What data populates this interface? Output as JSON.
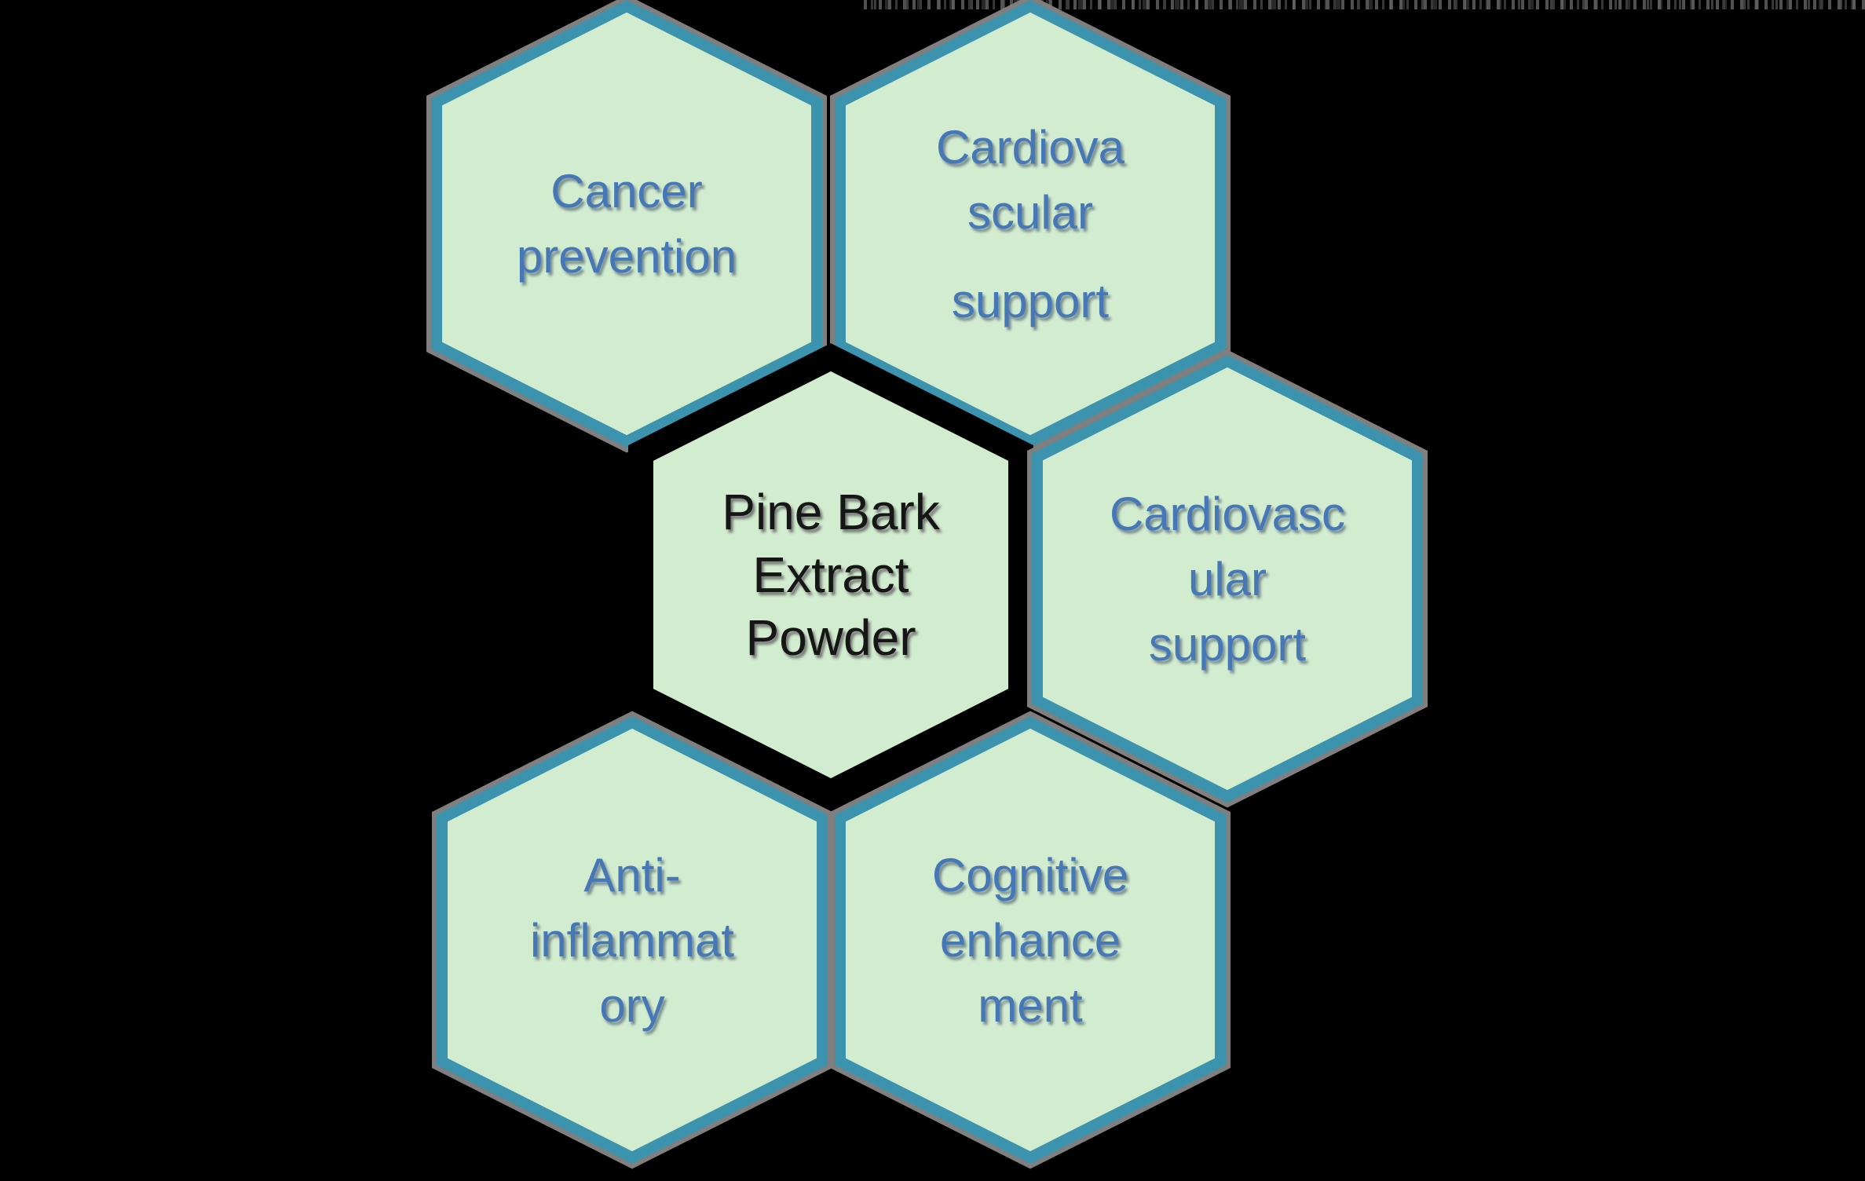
{
  "diagram": {
    "description": "Honeycomb diagram of Pine Bark Extract Powder benefits",
    "colors": {
      "background": "#000000",
      "hex_fill": "#d2ecd0",
      "hex_border_teal": "#3b93ae",
      "hex_outer_shadow_gray": "#7f7f7f",
      "center_hex_border": "#000000",
      "satellite_text_blue": "#4677b6",
      "center_text_black": "#161616"
    },
    "hexagons": [
      {
        "id": "cancer-prevention",
        "lines": [
          "Cancer",
          "prevention"
        ]
      },
      {
        "id": "cardiovascular-support-top",
        "lines": [
          "Cardiova",
          "scular",
          "support"
        ]
      },
      {
        "id": "pine-bark-extract-powder",
        "lines": [
          "Pine Bark",
          "Extract",
          "Powder"
        ],
        "role": "center"
      },
      {
        "id": "cardiovascular-support-right",
        "lines": [
          "Cardiovasc",
          "ular",
          "support"
        ]
      },
      {
        "id": "anti-inflammatory",
        "lines": [
          "Anti-",
          "inflammat",
          "ory"
        ]
      },
      {
        "id": "cognitive-enhancement",
        "lines": [
          "Cognitive",
          "enhance",
          "ment"
        ]
      }
    ]
  }
}
